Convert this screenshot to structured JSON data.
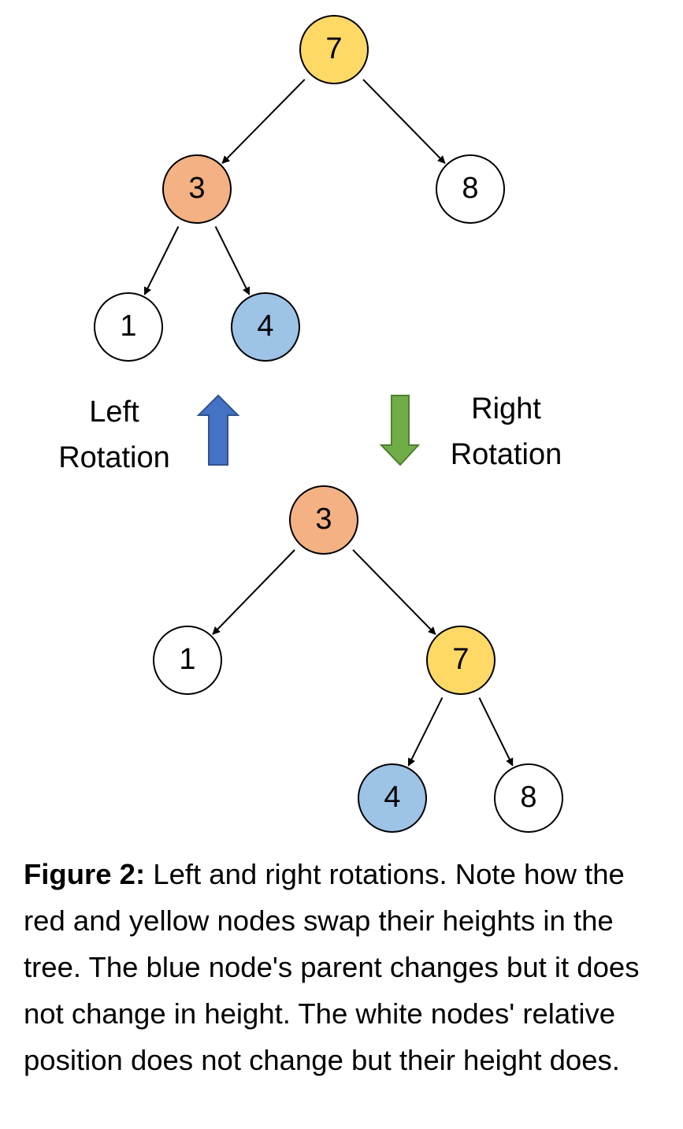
{
  "colors": {
    "root_yellow": "#FFD966",
    "red_orange": "#F4B183",
    "blue": "#9DC3E6",
    "white": "#FFFFFF",
    "left_arrow_blue": "#4472C4",
    "right_arrow_green": "#70AD47"
  },
  "top_tree": {
    "nodes": [
      {
        "id": "t7",
        "label": "7",
        "color": "root_yellow"
      },
      {
        "id": "t3",
        "label": "3",
        "color": "red_orange"
      },
      {
        "id": "t8",
        "label": "8",
        "color": "white"
      },
      {
        "id": "t1",
        "label": "1",
        "color": "white"
      },
      {
        "id": "t4",
        "label": "4",
        "color": "blue"
      }
    ],
    "edges": [
      [
        "t7",
        "t3"
      ],
      [
        "t7",
        "t8"
      ],
      [
        "t3",
        "t1"
      ],
      [
        "t3",
        "t4"
      ]
    ]
  },
  "bottom_tree": {
    "nodes": [
      {
        "id": "b3",
        "label": "3",
        "color": "red_orange"
      },
      {
        "id": "b1",
        "label": "1",
        "color": "white"
      },
      {
        "id": "b7",
        "label": "7",
        "color": "root_yellow"
      },
      {
        "id": "b4",
        "label": "4",
        "color": "blue"
      },
      {
        "id": "b8",
        "label": "8",
        "color": "white"
      }
    ],
    "edges": [
      [
        "b3",
        "b1"
      ],
      [
        "b3",
        "b7"
      ],
      [
        "b7",
        "b4"
      ],
      [
        "b7",
        "b8"
      ]
    ]
  },
  "labels": {
    "left_rotation_line1": "Left",
    "left_rotation_line2": "Rotation",
    "right_rotation_line1": "Right",
    "right_rotation_line2": "Rotation"
  },
  "caption": {
    "label": "Figure 2:",
    "text": " Left and right rotations. Note how the red and yellow nodes swap their heights in the tree. The blue node's parent changes but it does not change in height. The white nodes' relative position does not change but their height does."
  }
}
